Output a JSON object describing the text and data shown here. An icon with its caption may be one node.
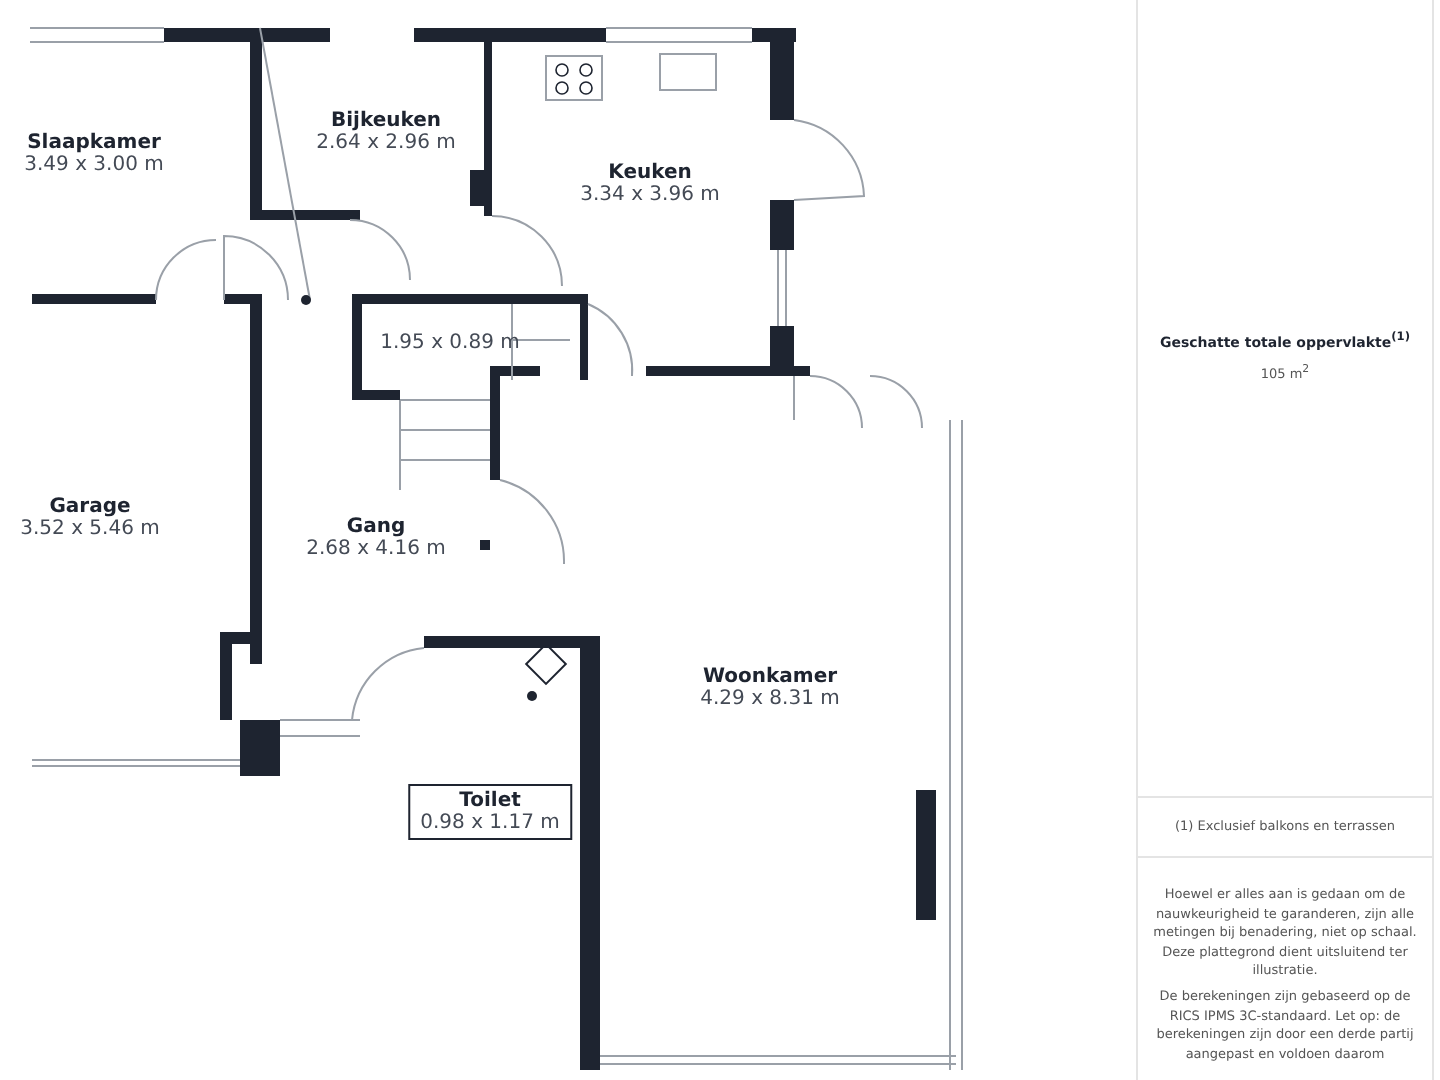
{
  "diagram": {
    "nodes": [
      {
        "text": [
          "Slaapkamer",
          "3.49 x 3.00 m"
        ]
      },
      {
        "text": [
          "Bijkeuken",
          "2.64 x 2.96 m"
        ]
      },
      {
        "text": [
          "Keuken",
          "3.34 x 3.96 m"
        ]
      },
      {
        "text": [
          "1.95 x 0.89 m"
        ]
      },
      {
        "text": [
          "Garage",
          "3.52 x 5.46 m"
        ]
      },
      {
        "text": [
          "Gang",
          "2.68 x 4.16 m"
        ]
      },
      {
        "text": [
          "Woonkamer",
          "4.29 x 8.31 m"
        ]
      },
      {
        "text": [
          "Toilet",
          "0.98 x 1.17 m"
        ]
      }
    ],
    "edges": [],
    "labels": [
      "Geschatte totale oppervlakte$^{(1)}$",
      "105 m$^{2}$",
      "(1) Exclusief balkons en terrassen",
      "Hoewel er alles aan is gedaan om de nauwkeurigheid te garanderen, zijn alle metingen bij benadering, niet op schaal. Deze plattegrond dient uitsluitend ter illustratie.",
      "De berekeningen zijn gebaseerd op de RICS IPMS 3C-standaard. Let op: de berekeningen zijn door een derde partij aangepast en voldoen daarom"
    ]
  }
}
